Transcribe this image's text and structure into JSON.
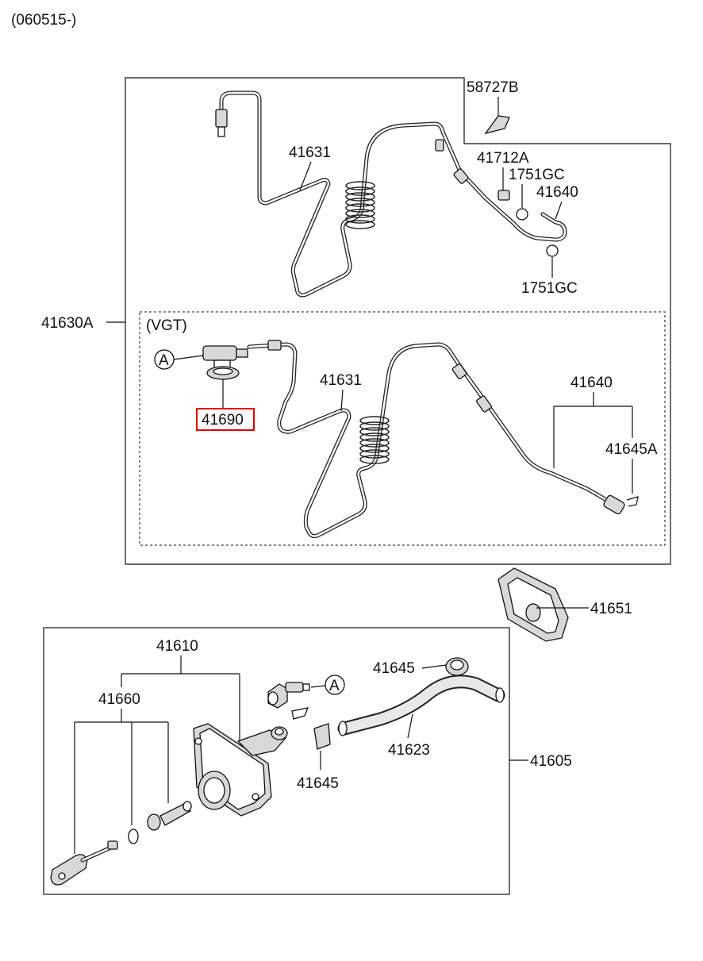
{
  "header": {
    "date_code": "(060515-)"
  },
  "upper_group": {
    "assembly_label": "41630A",
    "variant_label": "(VGT)",
    "labels": {
      "bracket": "58727B",
      "tube_upper": "41631",
      "union_bolt": "41712A",
      "gasket_a": "1751GC",
      "hose_upper": "41640",
      "gasket_b": "1751GC",
      "tube_vgt": "41631",
      "hose_vgt": "41640",
      "clip_vgt": "41645A",
      "connector_vgt": "41690"
    },
    "ref_marker": "A"
  },
  "plate": {
    "label": "41651"
  },
  "lower_group": {
    "assembly_label": "41605",
    "labels": {
      "master_cylinder": "41610",
      "rod_kit": "41660",
      "clip_top": "41645",
      "hose": "41623",
      "clip_bottom": "41645"
    },
    "ref_marker": "A"
  },
  "highlight_color": "#e00000"
}
